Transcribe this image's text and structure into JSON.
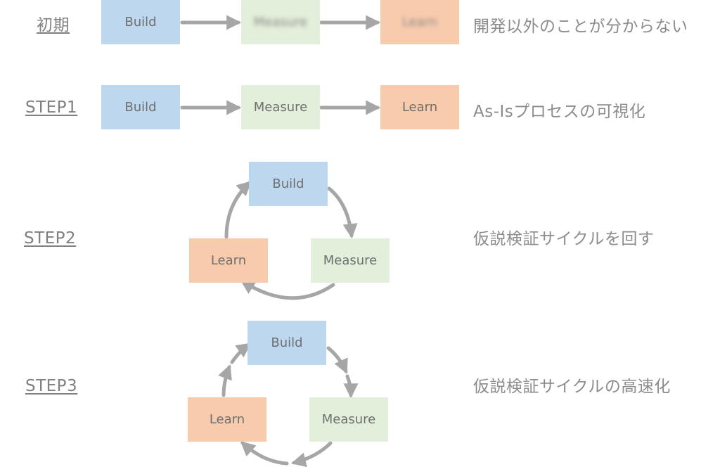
{
  "stages": [
    {
      "label": "初期",
      "build": "Build",
      "measure": "Measure",
      "learn": "Learn",
      "description": "開発以外のことが分からない"
    },
    {
      "label": "STEP1",
      "build": "Build",
      "measure": "Measure",
      "learn": "Learn",
      "description": "As-Isプロセスの可視化"
    },
    {
      "label": "STEP2",
      "build": "Build",
      "measure": "Measure",
      "learn": "Learn",
      "description": "仮説検証サイクルを回す"
    },
    {
      "label": "STEP3",
      "build": "Build",
      "measure": "Measure",
      "learn": "Learn",
      "description": "仮説検証サイクルの高速化"
    }
  ],
  "colors": {
    "build": "#bdd7ee",
    "measure": "#e2efda",
    "learn": "#f8cbad",
    "arrow": "#a6a6a6",
    "text": "#808080"
  }
}
